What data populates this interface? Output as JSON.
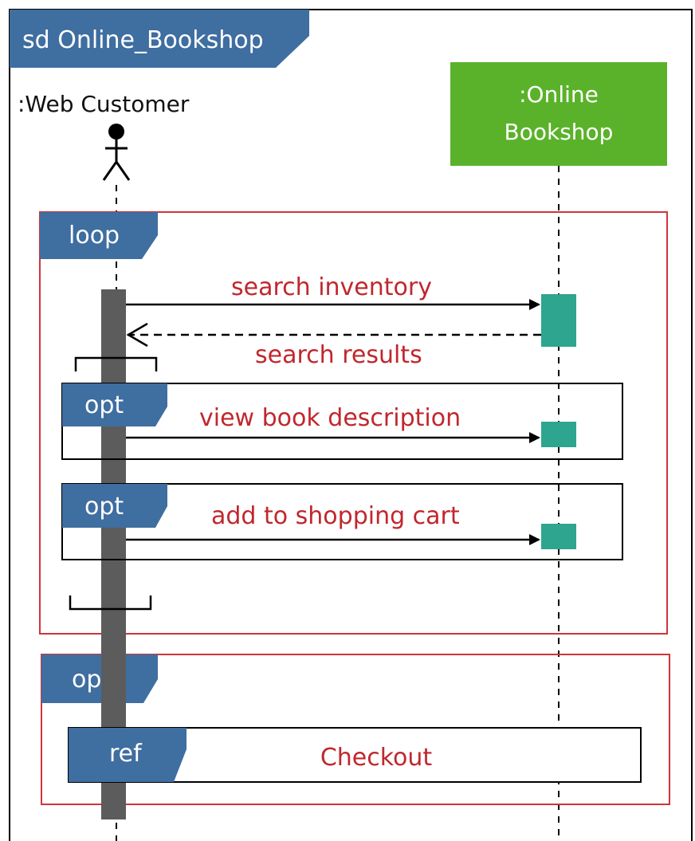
{
  "diagram": {
    "frame_title": "sd Online_Bookshop",
    "actor": {
      "label": ":Web Customer",
      "icon": "stick-figure-icon"
    },
    "lifeline": {
      "label_line1": ":Online",
      "label_line2": "Bookshop"
    },
    "colors": {
      "tab_blue": "#3f6ea0",
      "lifeline_green": "#5ab22a",
      "activation_teal": "#2ea58e",
      "activation_gray": "#5c5c5c",
      "fragment_red": "#d1343a",
      "message_red": "#c0272d"
    },
    "loop_fragment": {
      "tab": "loop",
      "messages": {
        "search": "search inventory",
        "results": "search results"
      },
      "opt1": {
        "tab": "opt",
        "message": "view book description"
      },
      "opt2": {
        "tab": "opt",
        "message": "add to shopping cart"
      }
    },
    "opt_fragment": {
      "tab": "opt",
      "ref": {
        "tab": "ref",
        "label": "Checkout"
      }
    }
  }
}
